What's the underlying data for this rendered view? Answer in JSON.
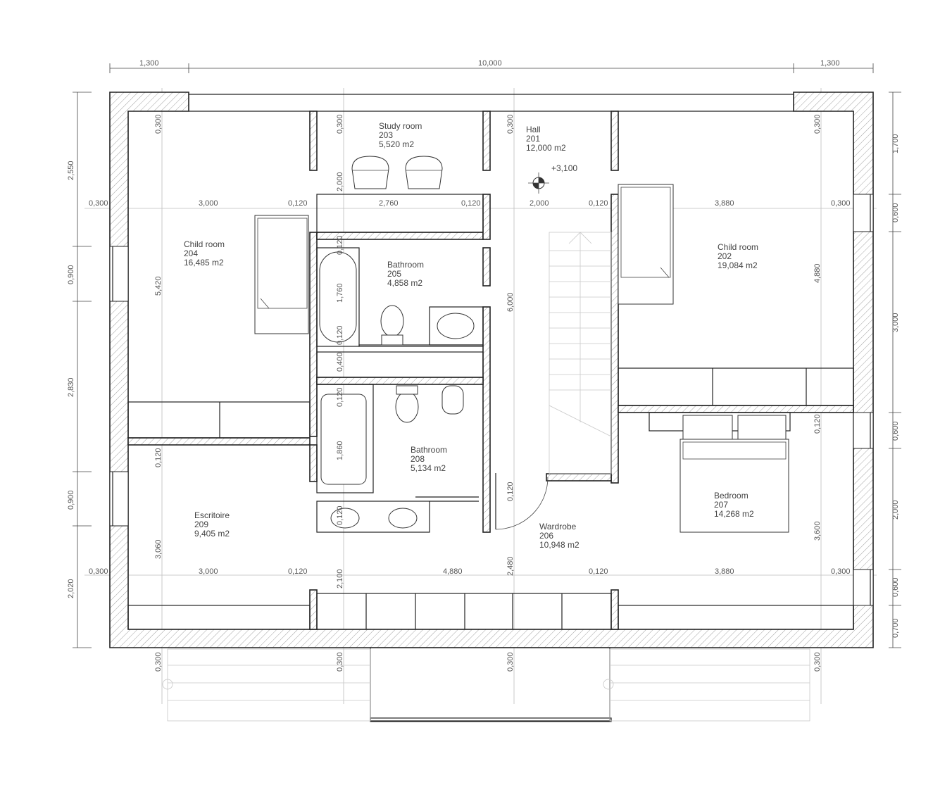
{
  "rooms": [
    {
      "name": "Study room",
      "number": "203",
      "area": "5,520 m2"
    },
    {
      "name": "Hall",
      "number": "201",
      "area": "12,000 m2"
    },
    {
      "name": "Child room",
      "number": "204",
      "area": "16,485 m2"
    },
    {
      "name": "Bathroom",
      "number": "205",
      "area": "4,858 m2"
    },
    {
      "name": "Child room",
      "number": "202",
      "area": "19,084 m2"
    },
    {
      "name": "Bathroom",
      "number": "208",
      "area": "5,134 m2"
    },
    {
      "name": "Bedroom",
      "number": "207",
      "area": "14,268 m2"
    },
    {
      "name": "Escritoire",
      "number": "209",
      "area": "9,405 m2"
    },
    {
      "name": "Wardrobe",
      "number": "206",
      "area": "10,948 m2"
    }
  ],
  "level_mark": "+3,100",
  "dims_top": [
    "1,300",
    "10,000",
    "1,300"
  ],
  "dims_row_a": [
    "0,300",
    "3,000",
    "0,120",
    "2,760",
    "0,120",
    "2,000",
    "0,120",
    "3,880",
    "0,300"
  ],
  "dims_row_b": [
    "0,300",
    "3,000",
    "0,120",
    "4,880",
    "0,120",
    "3,880",
    "0,300"
  ],
  "dims_left": [
    "2,550",
    "0,900",
    "2,830",
    "0,900",
    "2,020"
  ],
  "dims_right": [
    "1,700",
    "0,600",
    "3,000",
    "0,600",
    "2,000",
    "0,600",
    "0,700"
  ],
  "dims_inner": [
    "0,300",
    "0,300",
    "0,300",
    "0,300",
    "2,000",
    "5,420",
    "0,120",
    "1,760",
    "0,120",
    "0,400",
    "0,120",
    "1,860",
    "0,120",
    "6,000",
    "4,880",
    "0,120",
    "0,120",
    "3,060",
    "2,100",
    "2,480",
    "3,600",
    "0,120"
  ],
  "dims_bottom_v": [
    "0,300",
    "0,300",
    "0,300",
    "0,300"
  ]
}
